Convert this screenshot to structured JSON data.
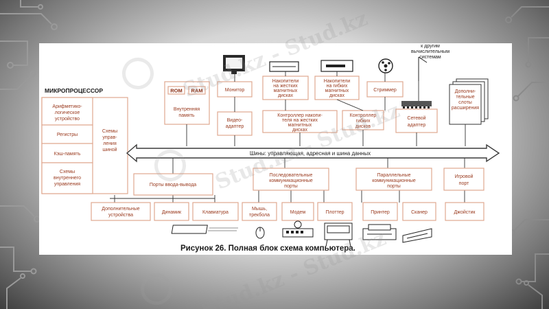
{
  "microprocessor": {
    "title": "МИКРОПРОЦЕССОР",
    "units": [
      "Арифметико-",
      "логическое",
      "устройство"
    ],
    "registers": "Регистры",
    "cache": "Кэш-память",
    "internal_control": [
      "Схемы",
      "внутреннего",
      "управления"
    ],
    "bus_control": [
      "Схемы",
      "управ-",
      "ления",
      "шиной"
    ]
  },
  "memory": {
    "rom": "ROM",
    "ram": "RAM",
    "internal": [
      "Внутренняя",
      "память"
    ]
  },
  "peripherals_top": {
    "monitor": "Монитор",
    "hdd": [
      "Накопители",
      "на жестких",
      "магнитных",
      "дисках"
    ],
    "fdd": [
      "Накопители",
      "на гибких",
      "магнитных",
      "дисках"
    ],
    "streamer": "Стриммер",
    "other_systems": [
      "к другим",
      "вычислительным",
      "системам"
    ],
    "extra_slots": [
      "Дополни-",
      "тельные",
      "слоты",
      "расширения"
    ]
  },
  "controllers": {
    "video": [
      "Видео-",
      "адаптер"
    ],
    "hdd_ctrl": [
      "Контроллер накопи-",
      "теля на жестких",
      "магнитных",
      "дисках"
    ],
    "fdd_ctrl": [
      "Контроллер",
      "гибких",
      "дисков"
    ],
    "net": [
      "Сетевой",
      "адаптер"
    ]
  },
  "bus": "Шины: управляющая, адресная и шина данных",
  "ports": {
    "io": "Порты ввода-вывода",
    "serial": [
      "Последовательные",
      "коммуникационные",
      "порты"
    ],
    "parallel": [
      "Параллельные",
      "коммуникационные",
      "порты"
    ],
    "game": [
      "Игровой",
      "порт"
    ]
  },
  "devices": {
    "extra": [
      "Дополнительные",
      "устройства"
    ],
    "speaker": "Динамик",
    "keyboard": "Клавиатура",
    "mouse": [
      "Мышь,",
      "трекбола"
    ],
    "modem": "Модем",
    "plotter": "Плоттер",
    "printer": "Принтер",
    "scanner": "Сканер",
    "joystick": "Джойстик"
  },
  "caption": "Рисунок 26. Полная блок схема компьютера.",
  "watermark": "Stud.kz - Stud.kz",
  "colors": {
    "box_border": "#e0a890",
    "label": "#9a3a1e",
    "bus_fill": "#ffffff",
    "bus_stroke": "#3a3a3a"
  }
}
